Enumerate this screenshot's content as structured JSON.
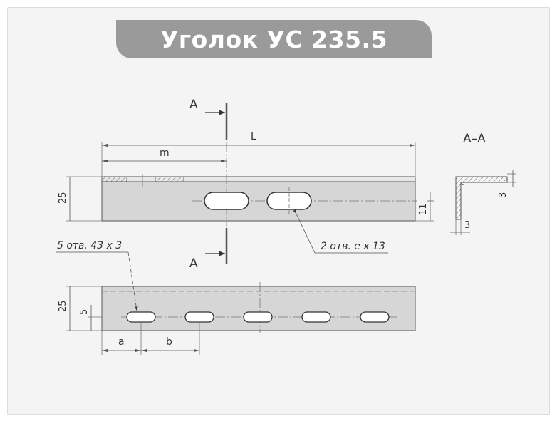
{
  "title": "Уголок УС 235.5",
  "labels": {
    "section_top": "A",
    "section_bottom": "A",
    "section_name": "A–A",
    "L": "L",
    "m": "m",
    "h25_top": "25",
    "h11": "11",
    "slots_top": "2 отв. e x 13",
    "holes_bottom": "5 отв. 43 x 3",
    "h25_bottom": "25",
    "h5": "5",
    "a": "a",
    "b": "b",
    "sec_3_right": "3",
    "sec_3_bottom": "3"
  },
  "colors": {
    "title_bg": "#9a9a9a",
    "frame_bg": "#f4f4f4",
    "part_fill": "#d6d6d6",
    "line": "#555555"
  }
}
